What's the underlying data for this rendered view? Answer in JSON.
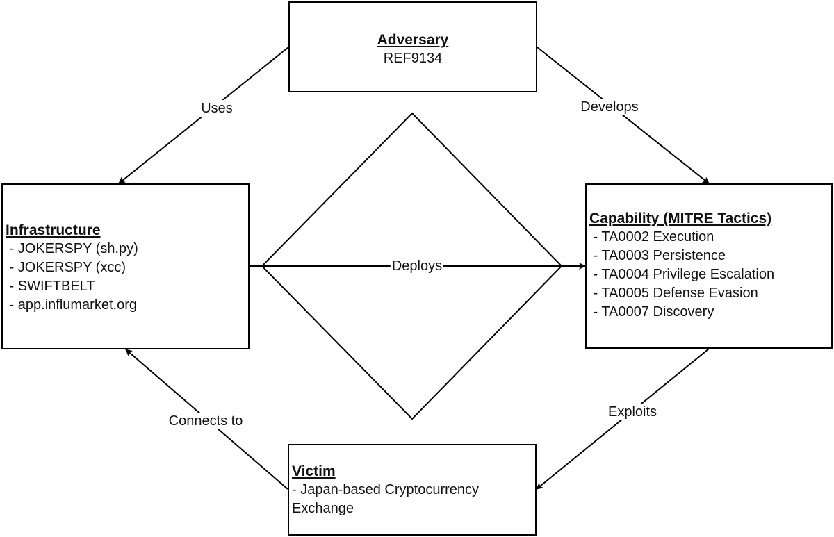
{
  "adversary": {
    "title": "Adversary",
    "name": "REF9134"
  },
  "infrastructure": {
    "title": "Infrastructure",
    "items": [
      " - JOKERSPY (sh.py)",
      " - JOKERSPY (xcc)",
      " - SWIFTBELT",
      " - app.influmarket.org"
    ]
  },
  "capability": {
    "title": "Capability (MITRE Tactics)",
    "items": [
      " - TA0002 Execution",
      " - TA0003 Persistence",
      " - TA0004 Privilege Escalation",
      " - TA0005 Defense Evasion",
      " - TA0007 Discovery"
    ]
  },
  "victim": {
    "title": "Victim",
    "description": " - Japan-based Cryptocurrency Exchange"
  },
  "edges": {
    "uses": "Uses",
    "develops": "Develops",
    "deploys": "Deploys",
    "connects_to": "Connects to",
    "exploits": "Exploits"
  },
  "colors": {
    "stroke": "#000000",
    "background": "#ffffff"
  }
}
